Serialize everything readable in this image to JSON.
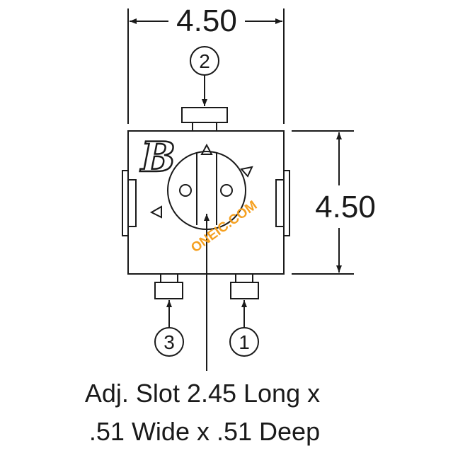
{
  "dimensions": {
    "width_label": "4.50",
    "height_label": "4.50"
  },
  "pins": [
    {
      "label": "2"
    },
    {
      "label": "3"
    },
    {
      "label": "1"
    }
  ],
  "logo_text": "B",
  "note": {
    "line1": "Adj. Slot 2.45 Long x",
    "line2": ".51 Wide x .51 Deep"
  },
  "watermark": "ONEIC.COM",
  "colors": {
    "line": "#1a1a1a",
    "watermark": "#f5a020",
    "background": "#ffffff"
  }
}
